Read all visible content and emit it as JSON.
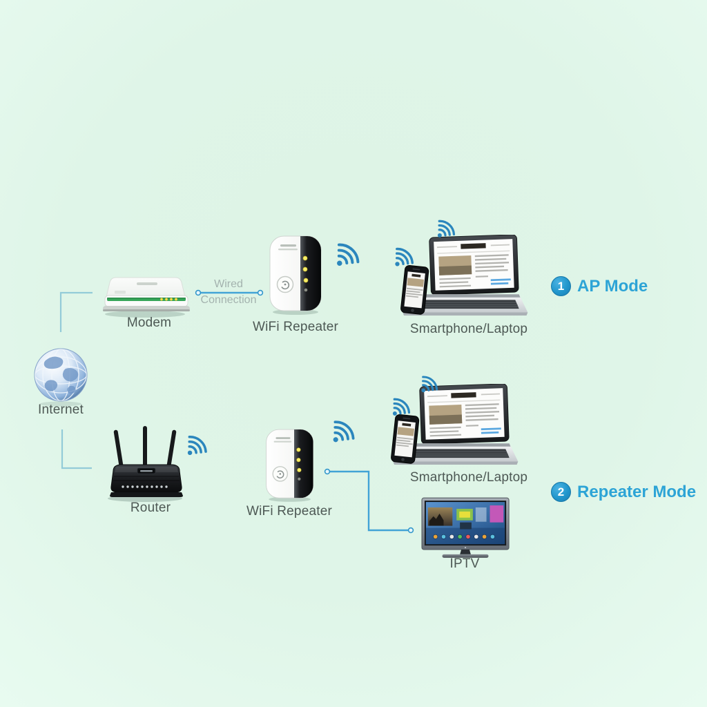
{
  "diagram": {
    "title_implicit": "WiFi repeater modes diagram",
    "internet_label": "Internet",
    "modem_label": "Modem",
    "wired_connection_line1": "Wired",
    "wired_connection_line2": "Connection",
    "repeater_top_label": "WiFi Repeater",
    "client_top_label": "Smartphone/Laptop",
    "ap_mode": {
      "badge": "1",
      "label": "AP Mode"
    },
    "router_label": "Router",
    "repeater_bottom_label": "WiFi Repeater",
    "client_bottom_label": "Smartphone/Laptop",
    "repeater_mode": {
      "badge": "2",
      "label": "Repeater Mode"
    },
    "iptv_label": "IPTV"
  },
  "colors": {
    "background_mint": "#dff5e8",
    "label_gray": "#4d5854",
    "muted_gray": "#a3b2ae",
    "wifi_blue": "#2b86bd",
    "mode_text_blue": "#2da4d6",
    "mode_badge_blue": "#2196cc",
    "connector_blue": "#42a3d6",
    "elbow_blue": "#93cbd8"
  },
  "icons": [
    "internet-globe",
    "wifi-signal-icon",
    "wired-connection-line",
    "modem-device",
    "wifi-repeater-device",
    "laptop-device",
    "smartphone-device",
    "router-device",
    "iptv-device"
  ]
}
